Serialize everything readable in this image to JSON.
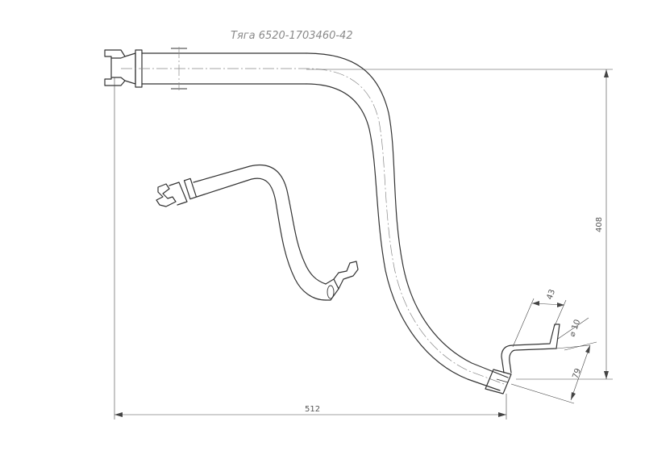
{
  "drawing": {
    "title": "Тяга 6520-1703460-42",
    "dimensions": {
      "overall_width": "512",
      "overall_height": "408",
      "hook_length": "43",
      "hook_diameter": "⌀ 10",
      "hook_offset": "79"
    }
  }
}
